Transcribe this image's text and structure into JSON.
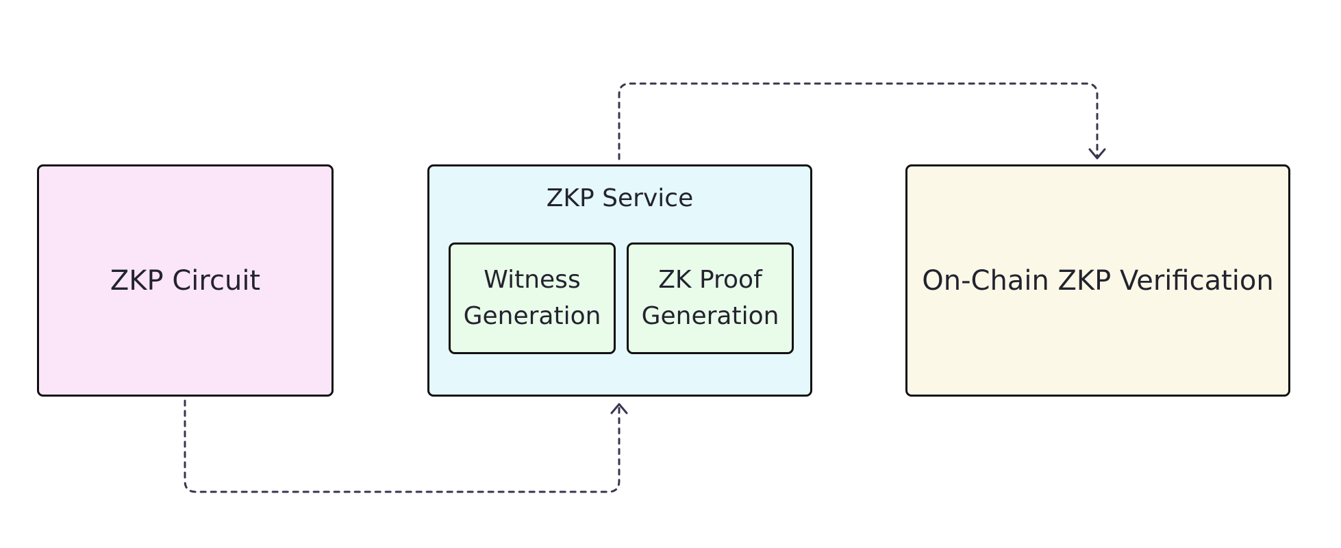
{
  "nodes": {
    "circuit": {
      "label": "ZKP Circuit"
    },
    "service": {
      "title": "ZKP Service",
      "witness": {
        "line1": "Witness",
        "line2": "Generation"
      },
      "proof": {
        "line1": "ZK Proof",
        "line2": "Generation"
      }
    },
    "verification": {
      "label": "On-Chain ZKP Verification"
    }
  },
  "edges": [
    {
      "from": "circuit",
      "to": "service",
      "style": "dotted"
    },
    {
      "from": "service",
      "to": "verification",
      "style": "dotted"
    }
  ],
  "colors": {
    "circuit_fill": "#fbe6f9",
    "service_fill": "#e5f8fb",
    "subprocess_fill": "#e9fbe9",
    "verification_fill": "#fbf8e7",
    "border": "#111111",
    "connector": "#3a3550",
    "text": "#23232f"
  }
}
